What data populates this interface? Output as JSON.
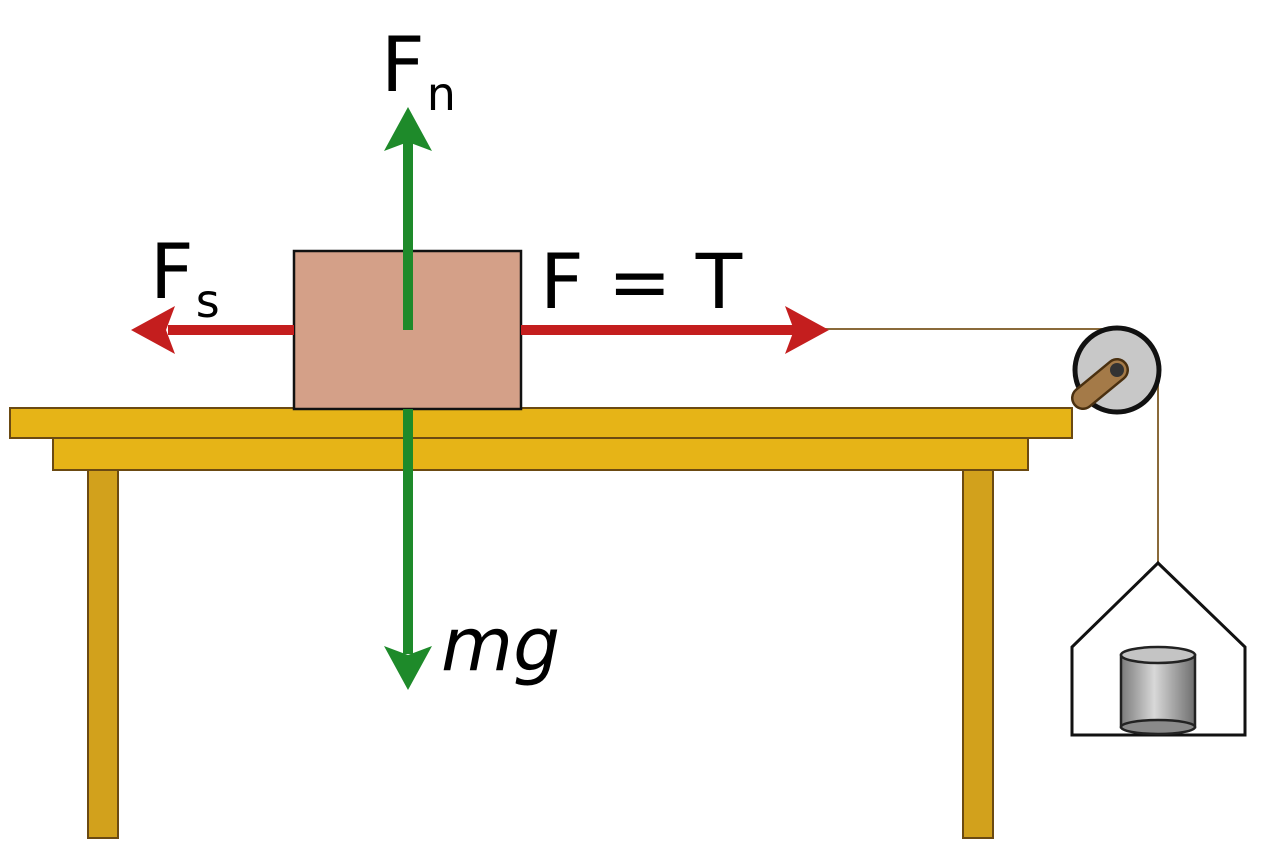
{
  "colors": {
    "table_wood": "#e6b417",
    "table_leg": "#d2a11c",
    "table_outline": "#6b4a12",
    "block_fill": "#d4a088",
    "friction_tension_arrow": "#c41e1e",
    "normal_weight_arrow": "#1e8a2a",
    "rope": "#8a6a3a",
    "pulley_wheel": "#c8c8c8",
    "pulley_bracket": "#a47a48",
    "weight_cylinder": "#9c9c9c"
  },
  "labels": {
    "normal_force": {
      "main": "F",
      "sub": "n"
    },
    "friction_force": {
      "main": "F",
      "sub": "s"
    },
    "tension": "F = T",
    "weight": "mg"
  },
  "icons": {
    "pulley": "pulley-icon",
    "hanging_mass": "cylinder-weight-icon"
  }
}
